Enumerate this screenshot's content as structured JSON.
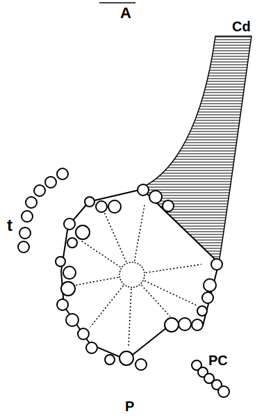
{
  "diagram": {
    "labels": [
      "A",
      "Cd",
      "t",
      "PC",
      "P"
    ]
  }
}
